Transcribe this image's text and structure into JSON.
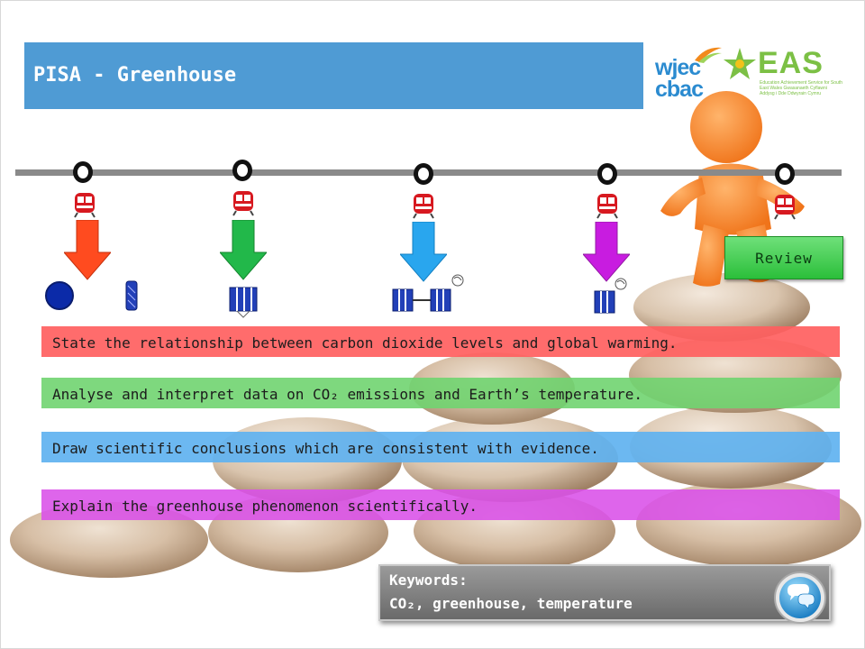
{
  "title": "PISA - Greenhouse",
  "logos": {
    "wjec_line1": "wjec",
    "wjec_line2": "cbac",
    "eas": "EAS",
    "eas_sub": "Education Achievement Service for South East Wales Gwasanaeth Cyflawni Addysg i Dde Ddwyrain Cymru"
  },
  "review_label": "Review",
  "objectives": [
    {
      "text": "State the relationship between carbon dioxide levels and global warming.",
      "color": "#ff5f5f"
    },
    {
      "text": "Analyse and interpret data on CO₂ emissions and Earth’s temperature.",
      "color": "#70d470"
    },
    {
      "text": "Draw scientific conclusions which are consistent with evidence.",
      "color": "#60b2f0"
    },
    {
      "text": "Explain the greenhouse phenomenon scientifically.",
      "color": "#da50e8"
    }
  ],
  "keywords": {
    "heading": "Keywords:",
    "list": "CO₂, greenhouse, temperature"
  },
  "arrow_colors": [
    "#ff4b1f",
    "#22b84a",
    "#29a6ee",
    "#c81ce0"
  ],
  "icons": [
    "train-icon",
    "down-arrow-icon",
    "molecule-icon",
    "chat-bubbles-icon",
    "figure-icon"
  ]
}
